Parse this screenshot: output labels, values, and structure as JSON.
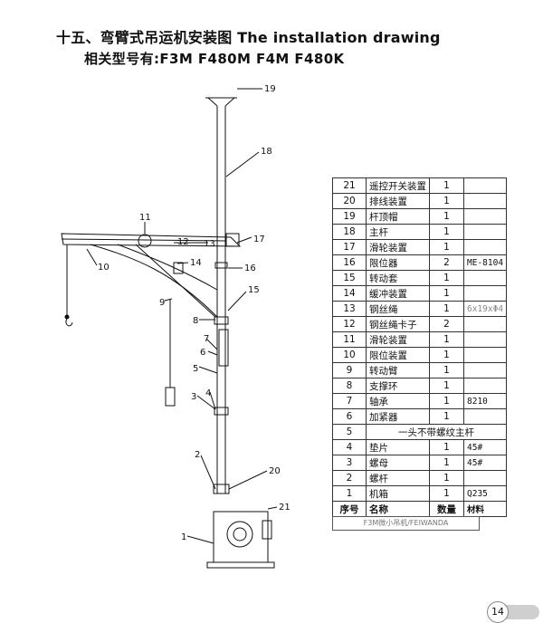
{
  "title": "十五、弯臂式吊运机安装图 The installation drawing",
  "subtitle": "相关型号有:F3M F480M F4M F480K",
  "callouts": [
    "1",
    "2",
    "3",
    "4",
    "5",
    "6",
    "7",
    "8",
    "9",
    "10",
    "11",
    "12",
    "13",
    "14",
    "15",
    "16",
    "17",
    "18",
    "19",
    "20",
    "21"
  ],
  "parts_table": {
    "rows": [
      {
        "no": "21",
        "name": "遥控开关装置",
        "qty": "1",
        "material": ""
      },
      {
        "no": "20",
        "name": "排线装置",
        "qty": "1",
        "material": ""
      },
      {
        "no": "19",
        "name": "杆顶帽",
        "qty": "1",
        "material": ""
      },
      {
        "no": "18",
        "name": "主杆",
        "qty": "1",
        "material": ""
      },
      {
        "no": "17",
        "name": "滑轮装置",
        "qty": "1",
        "material": ""
      },
      {
        "no": "16",
        "name": "限位器",
        "qty": "2",
        "material": "ME-8104"
      },
      {
        "no": "15",
        "name": "转动套",
        "qty": "1",
        "material": ""
      },
      {
        "no": "14",
        "name": "缓冲装置",
        "qty": "1",
        "material": ""
      },
      {
        "no": "13",
        "name": "钢丝绳",
        "qty": "1",
        "material": "6x19xΦ4"
      },
      {
        "no": "12",
        "name": "钢丝绳卡子",
        "qty": "2",
        "material": ""
      },
      {
        "no": "11",
        "name": "滑轮装置",
        "qty": "1",
        "material": ""
      },
      {
        "no": "10",
        "name": "限位装置",
        "qty": "1",
        "material": ""
      },
      {
        "no": "9",
        "name": "转动臂",
        "qty": "1",
        "material": ""
      },
      {
        "no": "8",
        "name": "支撑环",
        "qty": "1",
        "material": ""
      },
      {
        "no": "7",
        "name": "轴承",
        "qty": "1",
        "material": "8210"
      },
      {
        "no": "6",
        "name": "加紧器",
        "qty": "1",
        "material": ""
      },
      {
        "no": "5",
        "name": "一头不带螺纹主杆",
        "qty": "",
        "material": "",
        "span": true
      },
      {
        "no": "4",
        "name": "垫片",
        "qty": "1",
        "material": "45#"
      },
      {
        "no": "3",
        "name": "螺母",
        "qty": "1",
        "material": "45#"
      },
      {
        "no": "2",
        "name": "螺杆",
        "qty": "1",
        "material": ""
      },
      {
        "no": "1",
        "name": "机箱",
        "qty": "1",
        "material": "Q235"
      }
    ],
    "header": {
      "no": "序号",
      "name": "名称",
      "qty": "数量",
      "material": "材料"
    }
  },
  "caption": "F3M微小吊机/FEIWANDA",
  "page_number": "14"
}
